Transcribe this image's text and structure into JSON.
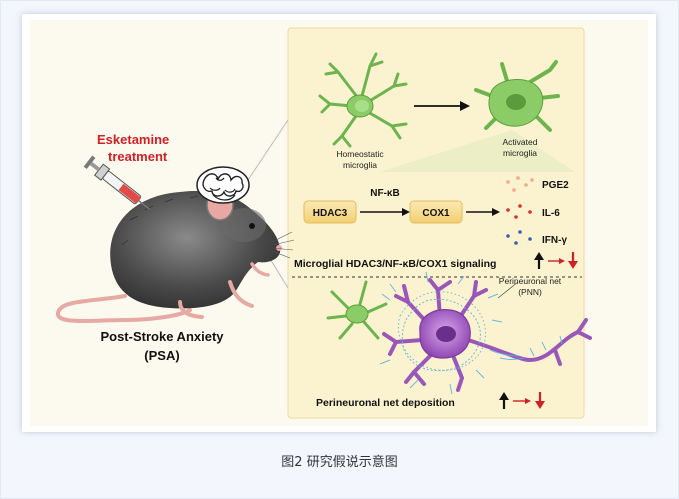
{
  "figure": {
    "treatment_label_line1": "Esketamine",
    "treatment_label_line2": "treatment",
    "condition_line1": "Post-Stroke Anxiety",
    "condition_line2": "(PSA)",
    "microglia": {
      "homeostatic_line1": "Homeostatic",
      "homeostatic_line2": "microglia",
      "activated_line1": "Activated",
      "activated_line2": "microglia"
    },
    "pathway": {
      "hdac3": "HDAC3",
      "nfkb": "NF-κB",
      "cox1": "COX1",
      "cytokines": [
        "PGE2",
        "IL-6",
        "IFN-γ"
      ]
    },
    "signaling_label": "Microglial HDAC3/NF-κB/COX1 signaling",
    "pnn_label_line1": "Perineuronal net",
    "pnn_label_line2": "(PNN)",
    "pnn_deposition_label": "Perineuronal net deposition",
    "colors": {
      "red": "#d21f26",
      "microglia_green": "#7cc15a",
      "neuron_purple": "#9a56b8",
      "pnn_blue": "#5ab2e4",
      "box_fill": "#f8dc93",
      "panel_fill": "#fbf3cf"
    }
  },
  "caption": "图2 研究假说示意图"
}
